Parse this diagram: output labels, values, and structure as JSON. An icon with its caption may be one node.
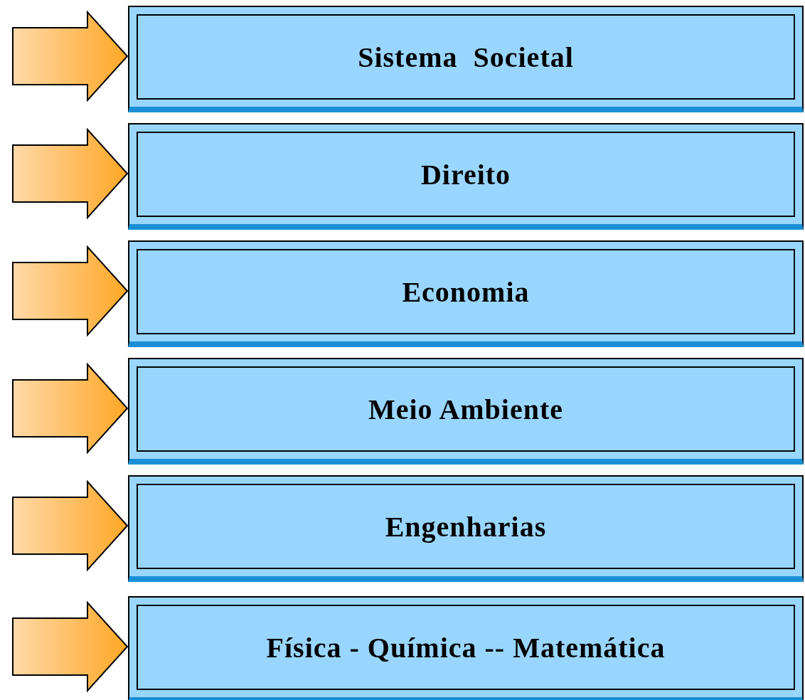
{
  "diagram": {
    "nodes": [
      {
        "text": [
          "Sistema  Societal"
        ]
      },
      {
        "text": [
          "Direito"
        ]
      },
      {
        "text": [
          "Economia"
        ]
      },
      {
        "text": [
          "Meio Ambiente"
        ]
      },
      {
        "text": [
          "Engenharias"
        ]
      },
      {
        "text": [
          "Física - Química -- Matemática"
        ]
      }
    ],
    "edges": [
      {
        "from": null,
        "to": 0,
        "arrow": "to"
      },
      {
        "from": null,
        "to": 1,
        "arrow": "to"
      },
      {
        "from": null,
        "to": 2,
        "arrow": "to"
      },
      {
        "from": null,
        "to": 3,
        "arrow": "to"
      },
      {
        "from": null,
        "to": 4,
        "arrow": "to"
      },
      {
        "from": null,
        "to": 5,
        "arrow": "to"
      }
    ]
  }
}
